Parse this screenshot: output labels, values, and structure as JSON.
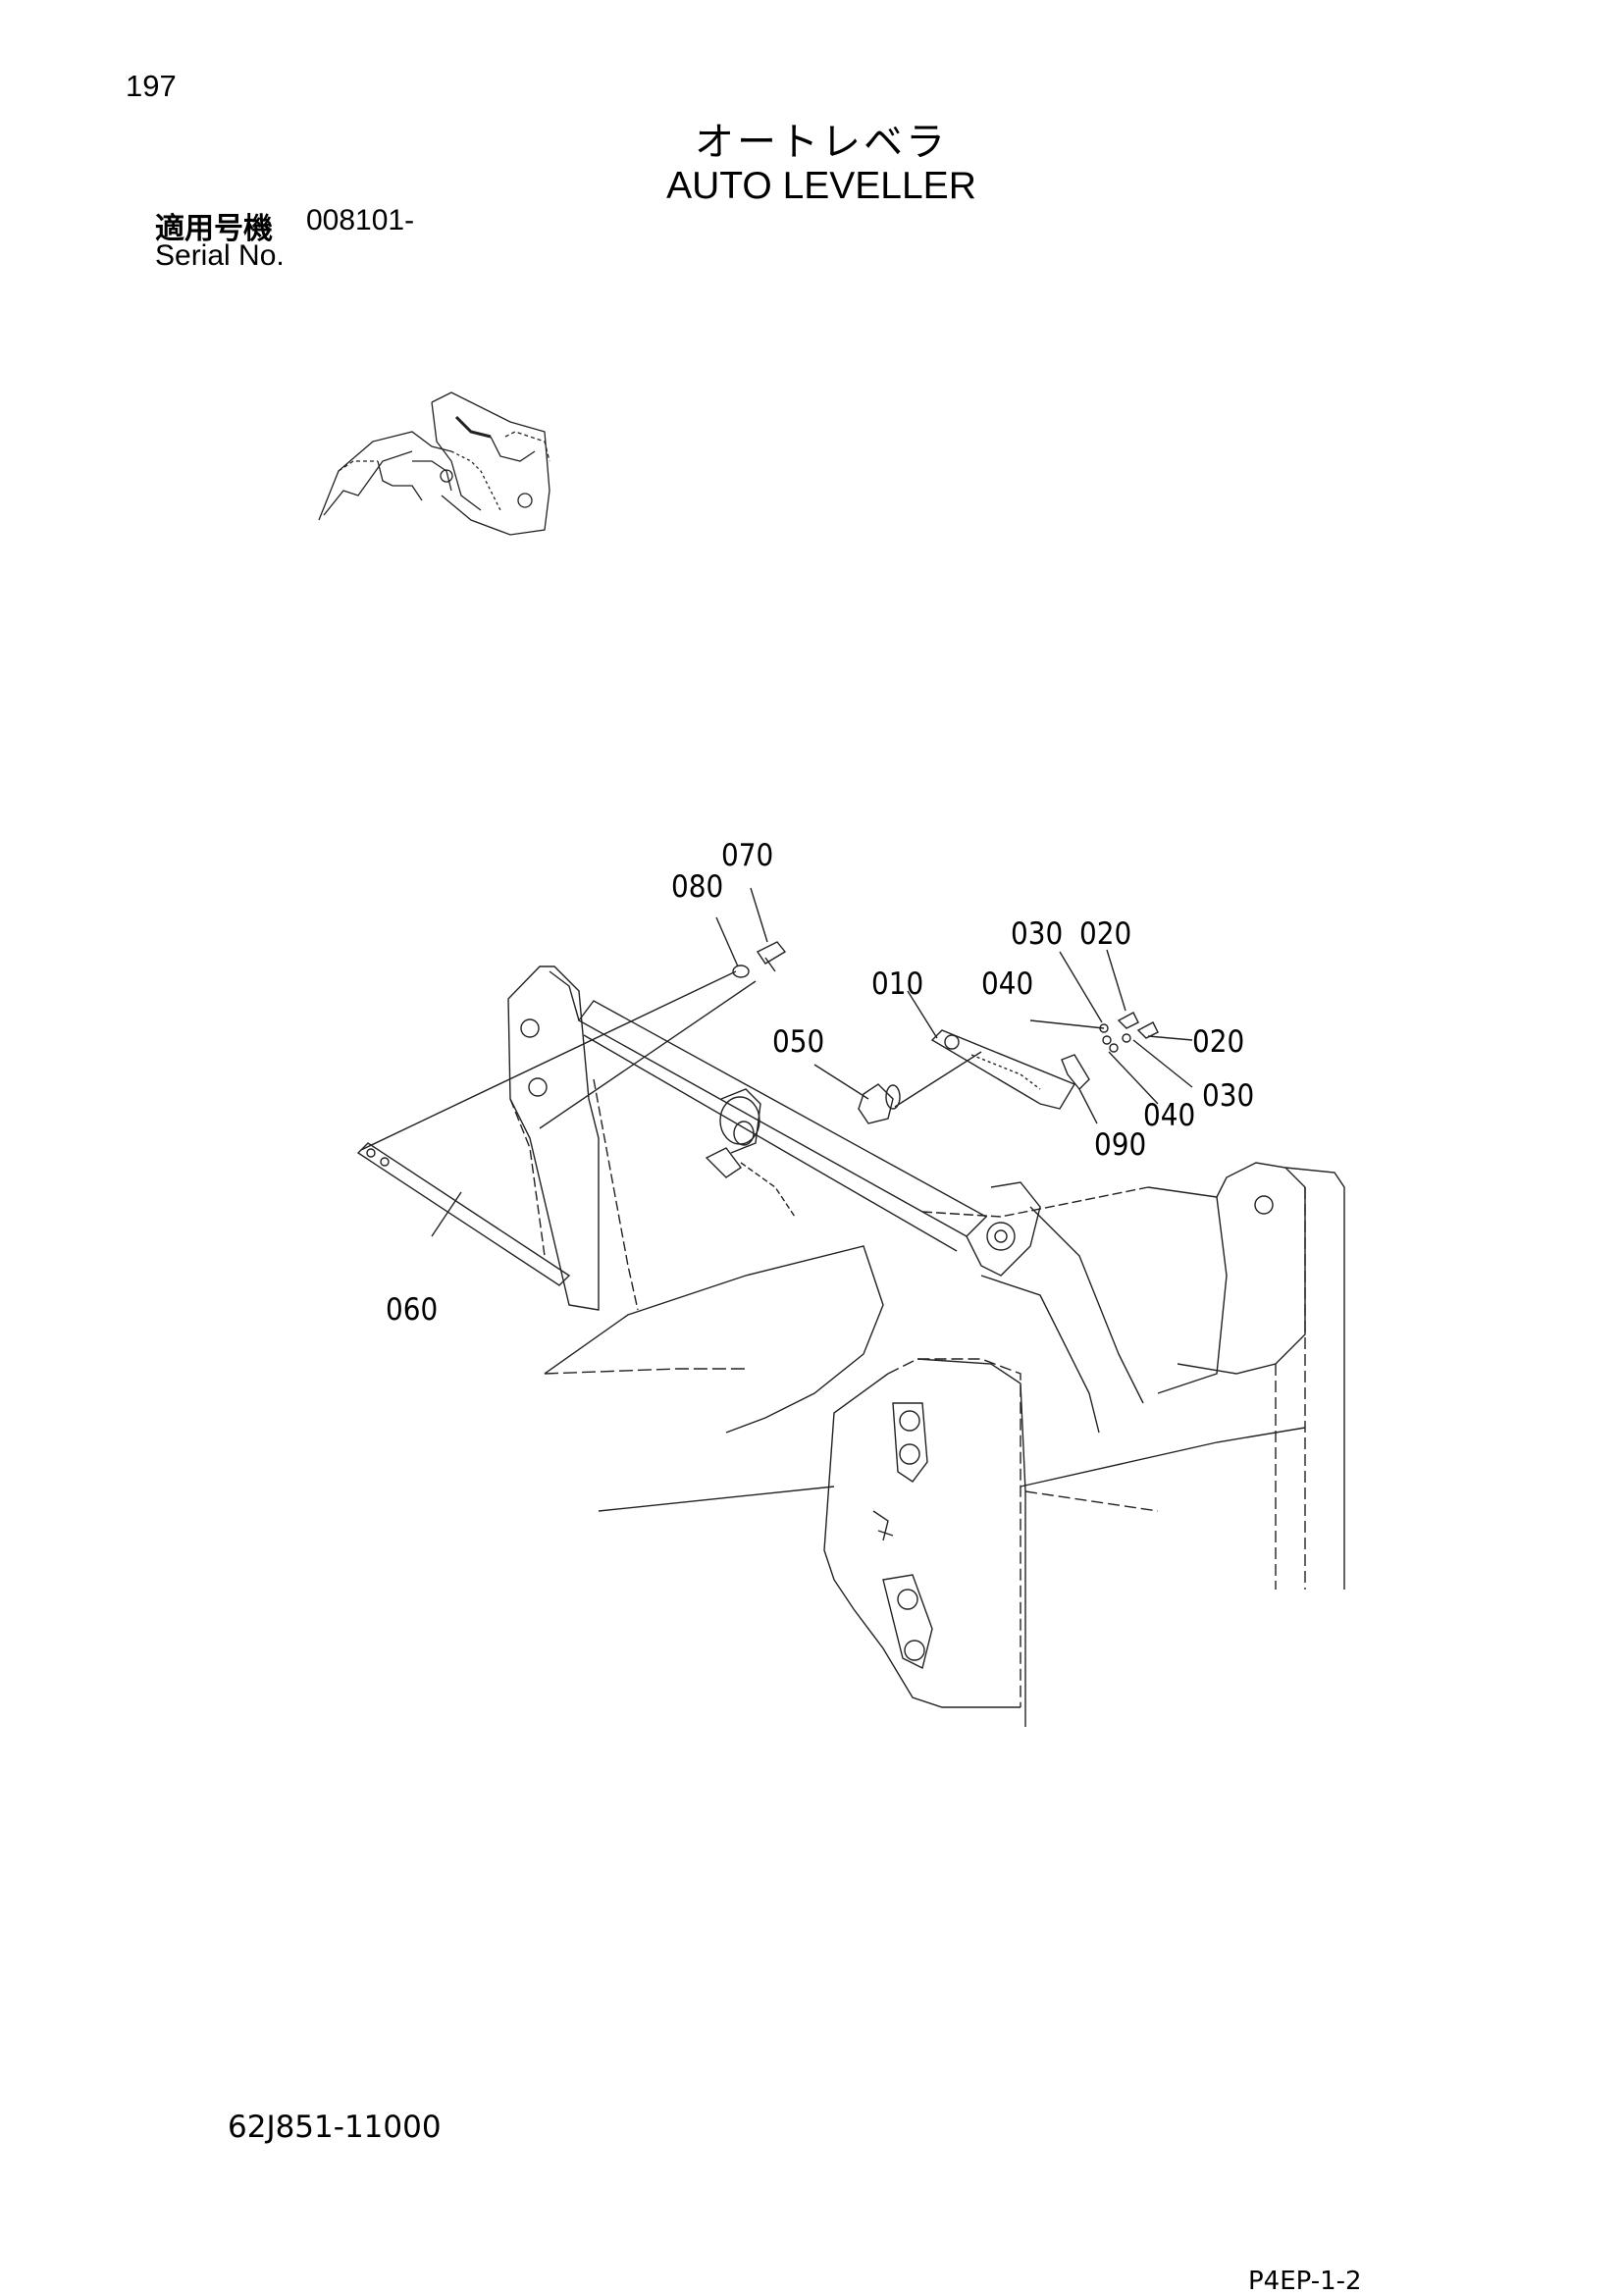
{
  "header": {
    "page_number": "197",
    "title_jp": "オートレベラ",
    "title_en": "AUTO LEVELLER",
    "serial_label_jp": "適用号機",
    "serial_value": "008101-",
    "serial_label_en": "Serial No."
  },
  "diagram": {
    "callouts": [
      "070",
      "080",
      "030",
      "020",
      "010",
      "040",
      "050",
      "020",
      "030",
      "040",
      "090",
      "060"
    ]
  },
  "footer": {
    "part_code": "62J851-11000",
    "page_code": "P4EP-1-2"
  }
}
